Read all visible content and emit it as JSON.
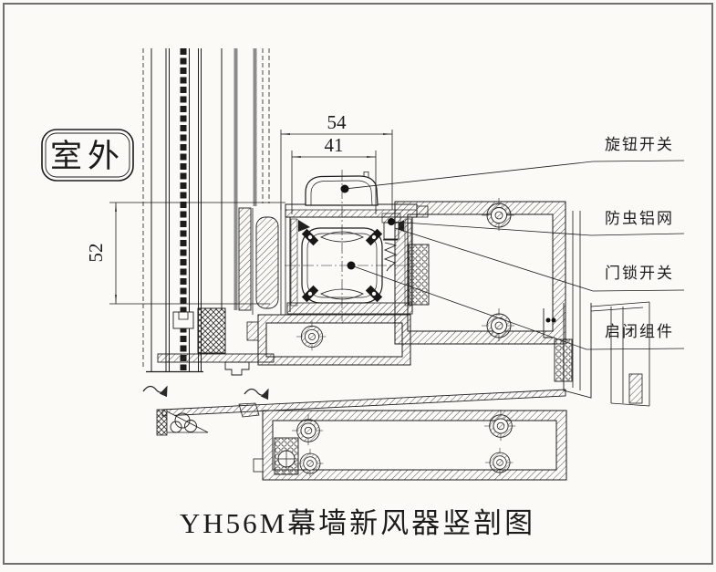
{
  "drawing": {
    "title": "YH56M幕墙新风器竖剖图",
    "outdoor_label": "室外",
    "dimensions": {
      "outer_width": "54",
      "inner_width": "41",
      "device_height": "52"
    },
    "callouts": {
      "knob_switch": "旋钮开关",
      "insect_mesh": "防虫铝网",
      "lock_switch": "门锁开关",
      "open_close_assembly": "启闭组件"
    },
    "colors": {
      "background": "#fbfaf6",
      "line": "#1c1c1c",
      "glass_gray": "#8c8c8c",
      "border_gray": "#6f6f6f"
    }
  }
}
